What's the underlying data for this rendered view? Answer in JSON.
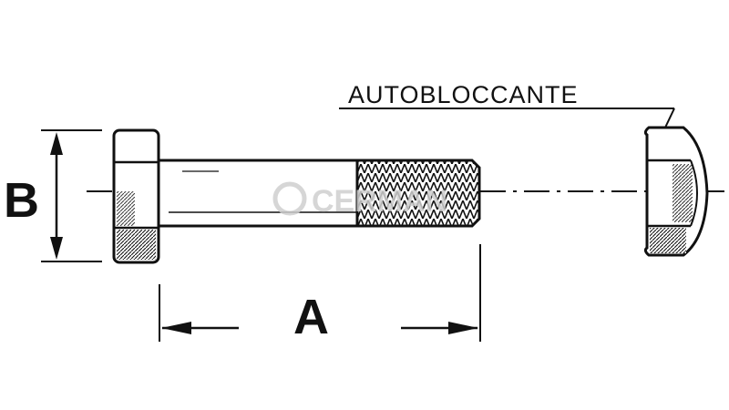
{
  "labels": {
    "dimension_a": "A",
    "dimension_b": "B",
    "nut_type": "AUTOBLOCCANTE"
  },
  "watermark": {
    "text": "CERMAN"
  },
  "colors": {
    "ink": "#111111",
    "watermark": "#cfcfcf",
    "background": "#ffffff"
  }
}
